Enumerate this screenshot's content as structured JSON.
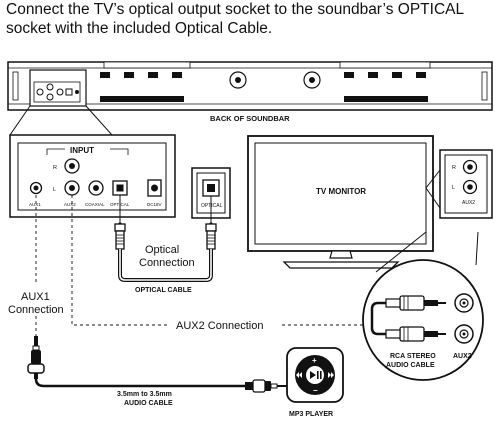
{
  "instructions": {
    "line1": "Connect the TV’s optical output socket to the soundbar’s OPTICAL",
    "line2": "socket with the included Optical Cable."
  },
  "soundbar": {
    "caption": "BACK OF SOUNDBAR"
  },
  "input_panel": {
    "title": "INPUT",
    "r_label": "R",
    "l_label": "L",
    "aux1_label": "AUX1",
    "aux2_label": "AUX2",
    "coaxial_label": "COAXIAL",
    "optical_label": "OPTICAL",
    "dc_label": "DC18V"
  },
  "tv": {
    "label": "TV MONITOR",
    "optical_label": "OPTICAL",
    "r_label": "R",
    "l_label": "L",
    "aux2_label": "AUX2"
  },
  "connections": {
    "optical_line1": "Optical",
    "optical_line2": "Connection",
    "optical_cable": "OPTICAL CABLE",
    "aux1_line1": "AUX1",
    "aux1_line2": "Connection",
    "aux2_connection": "AUX2 Connection",
    "aux_cable_line1": "3.5mm to 3.5mm",
    "aux_cable_line2": "AUDIO CABLE"
  },
  "zoom": {
    "rca_line1": "RCA STEREO",
    "rca_line2": "AUDIO CABLE",
    "aux2_label": "AUX2"
  },
  "mp3": {
    "label": "MP3 PLAYER"
  }
}
